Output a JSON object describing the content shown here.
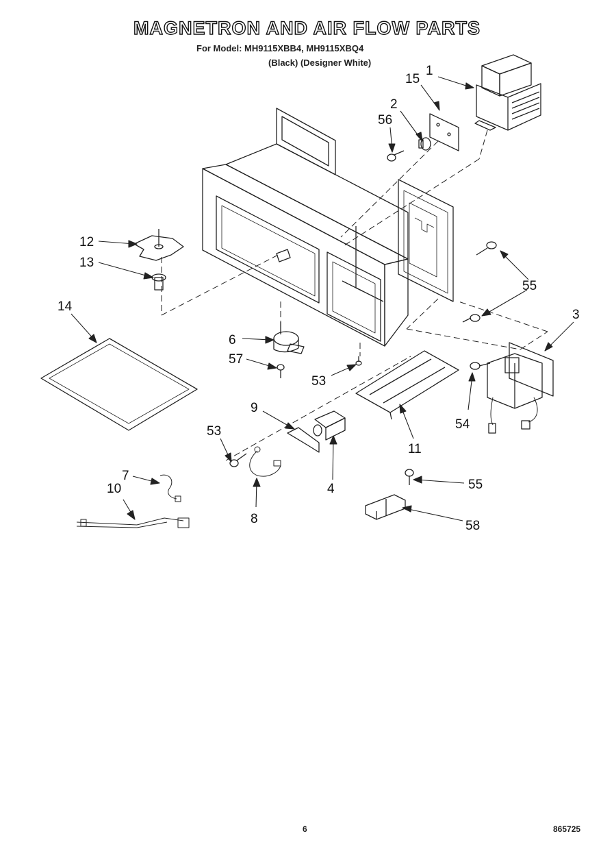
{
  "header": {
    "title": "MAGNETRON AND AIR FLOW PARTS",
    "subtitle_models": "For Model: MH9115XBB4, MH9115XBQ4",
    "subtitle_colors": "(Black)     (Designer White)"
  },
  "callouts": [
    "1",
    "15",
    "2",
    "56",
    "12",
    "13",
    "55",
    "14",
    "3",
    "6",
    "57",
    "53",
    "54",
    "9",
    "11",
    "53",
    "4",
    "7",
    "10",
    "8",
    "55",
    "58"
  ],
  "footer": {
    "page": "6",
    "doc_number": "865725"
  }
}
